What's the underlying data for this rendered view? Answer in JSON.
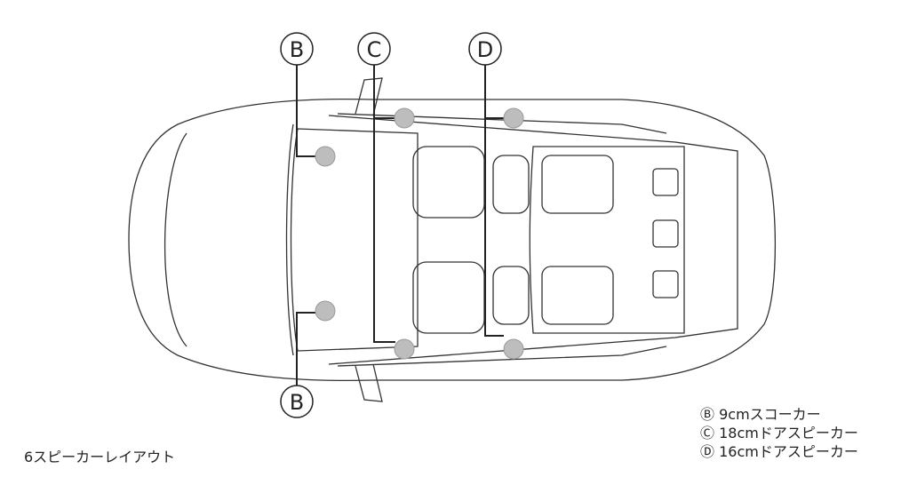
{
  "callouts": {
    "b_top": "B",
    "c": "C",
    "d": "D",
    "b_bottom": "B"
  },
  "legend": [
    {
      "mark": "Ⓑ",
      "text": "9cmスコーカー"
    },
    {
      "mark": "Ⓒ",
      "text": "18cmドアスピーカー"
    },
    {
      "mark": "Ⓓ",
      "text": "16cmドアスピーカー"
    }
  ],
  "caption": "6スピーカーレイアウト",
  "colors": {
    "speaker": "#bdbdbd",
    "line": "#222222"
  }
}
